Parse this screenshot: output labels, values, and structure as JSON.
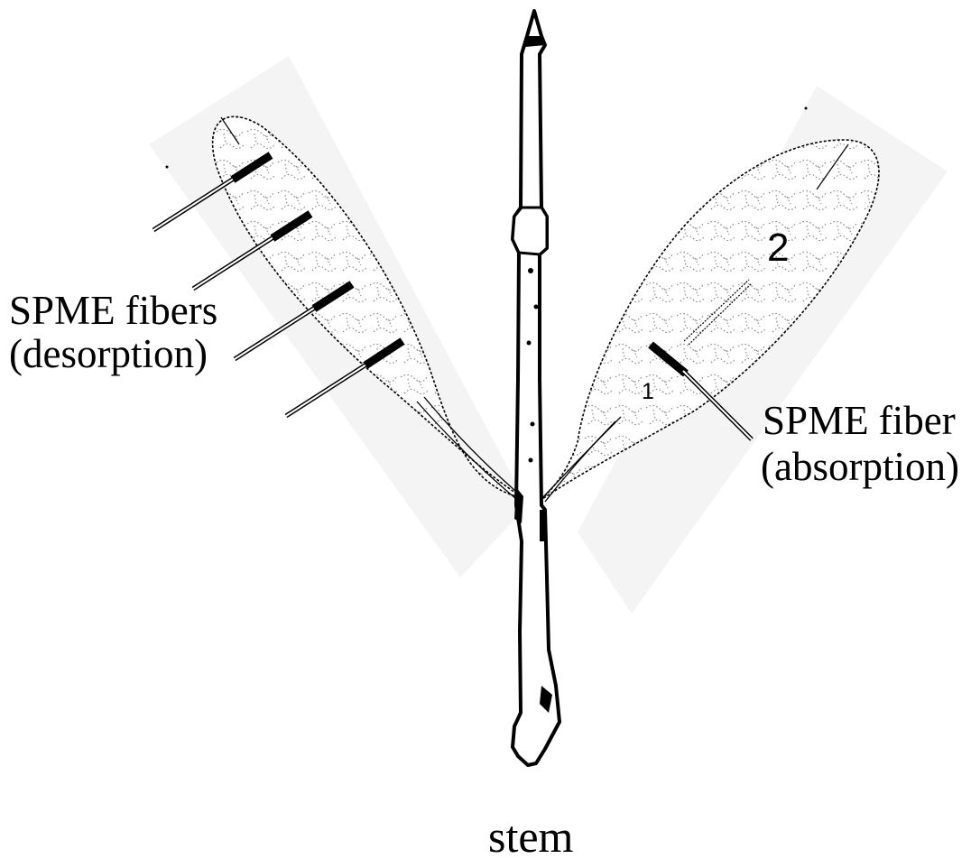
{
  "labels": {
    "desorption_line1": "SPME fibers",
    "desorption_line2": "(desorption)",
    "absorption_line1": "SPME fiber",
    "absorption_line2": "(absorption)",
    "stem": "stem",
    "position_2": "2",
    "position_1": "1"
  },
  "colors": {
    "ink": "#000000",
    "background": "#ffffff",
    "shadow": "#f3f3f3"
  }
}
